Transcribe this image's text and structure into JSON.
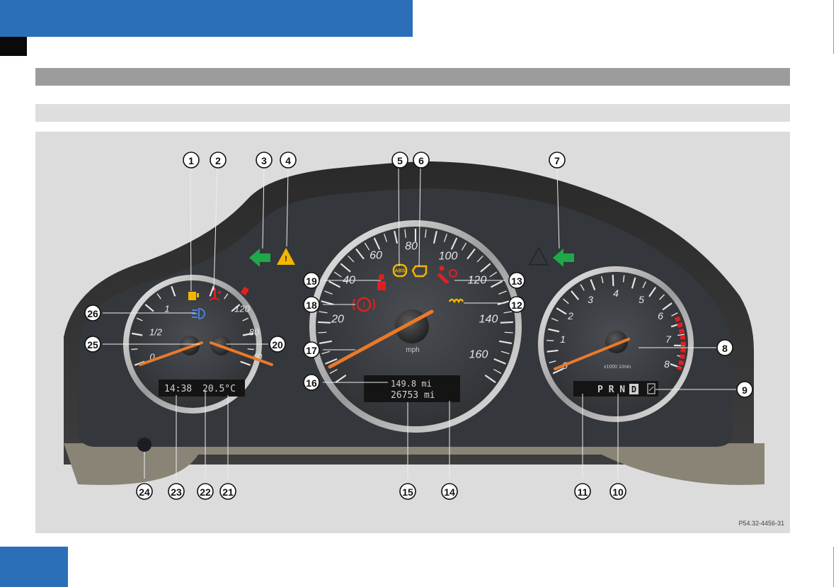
{
  "figure": {
    "code": "P54.32-4456-31",
    "callouts": [
      "1",
      "2",
      "3",
      "4",
      "5",
      "6",
      "7",
      "8",
      "9",
      "10",
      "11",
      "12",
      "13",
      "14",
      "15",
      "16",
      "17",
      "18",
      "19",
      "20",
      "21",
      "22",
      "23",
      "24",
      "25",
      "26"
    ]
  },
  "left_gauge": {
    "fuel_labels": [
      "0",
      "1/2",
      "1"
    ],
    "temp_labels": [
      "40",
      "80",
      "120"
    ]
  },
  "speedometer": {
    "labels": [
      "20",
      "40",
      "60",
      "80",
      "100",
      "120",
      "140",
      "160"
    ],
    "unit": "mph"
  },
  "tachometer": {
    "labels": [
      "0",
      "1",
      "2",
      "3",
      "4",
      "5",
      "6",
      "7",
      "8"
    ],
    "unit": "x1000 1/min"
  },
  "displays": {
    "clock": "14:38",
    "outside_temp": "20.5°C",
    "trip": "149.8 mi",
    "odometer": "26753 mi",
    "gear_prnd": "P R N",
    "gear_selected": "D"
  },
  "colors": {
    "header_blue": "#2a6fb8",
    "warning_red": "#e02020",
    "indicator_green": "#1fa84a",
    "warning_yellow": "#f2b600",
    "needle_orange": "#e87a2a"
  }
}
